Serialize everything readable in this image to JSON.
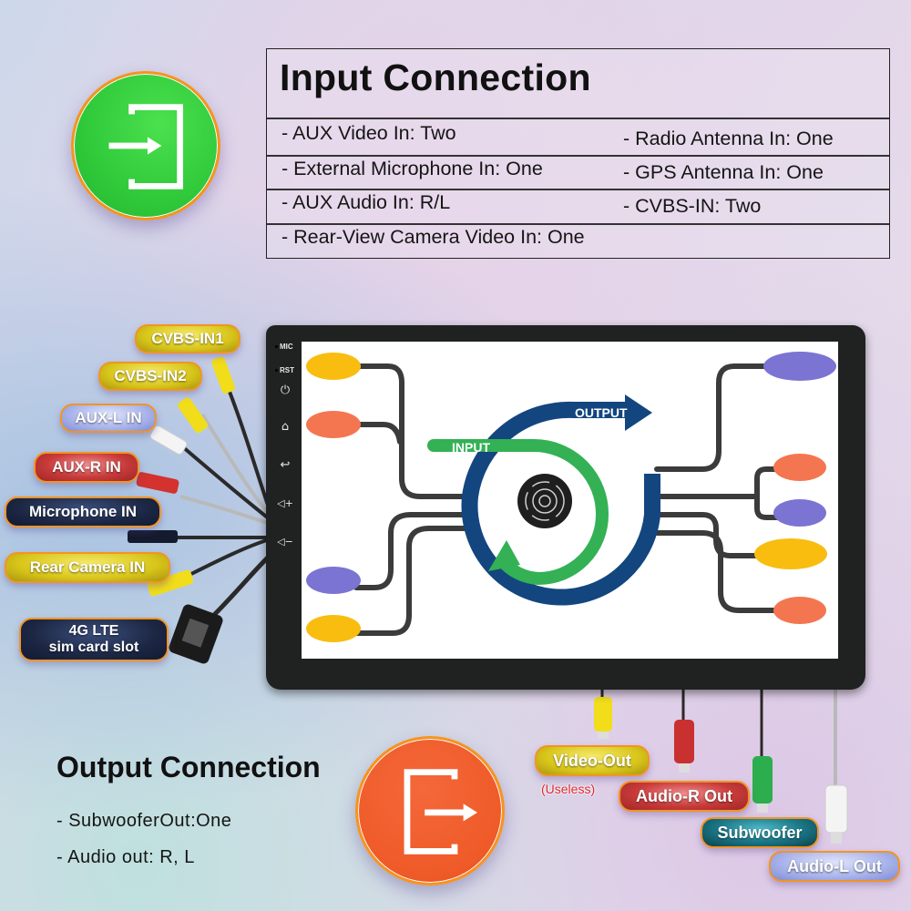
{
  "input_connection": {
    "title": "Input Connection",
    "left_items": [
      "- AUX Video In: Two",
      "- External Microphone In: One",
      "- AUX Audio In: R/L",
      "- Rear-View Camera Video In: One"
    ],
    "right_items": [
      "- Radio Antenna In: One",
      "- GPS Antenna In: One",
      "- CVBS-IN: Two"
    ],
    "icon": "sign-in-icon",
    "icon_color": "#2fc93a"
  },
  "output_connection": {
    "title": "Output Connection",
    "items": [
      "- SubwooferOut:One",
      "- Audio out: R, L"
    ],
    "icon": "sign-out-icon",
    "icon_color": "#ef5a28"
  },
  "device": {
    "side_labels": [
      "MIC",
      "RST"
    ],
    "side_buttons": [
      "power-icon",
      "home-icon",
      "back-icon",
      "volume-up-icon",
      "volume-down-icon"
    ],
    "screen": {
      "output_label": "OUTPUT",
      "input_label": "INPUT",
      "center_icon": "gear-cycle-icon",
      "colors": {
        "output_arrow": "#13467f",
        "input_arrow": "#33b154",
        "yellow": "#f9bd10",
        "orange": "#f47650",
        "purple": "#7b74d2"
      }
    }
  },
  "input_cables": [
    {
      "label": "CVBS-IN1",
      "color": "yellow"
    },
    {
      "label": "CVBS-IN2",
      "color": "yellow"
    },
    {
      "label": "AUX-L IN",
      "color": "lilac"
    },
    {
      "label": "AUX-R IN",
      "color": "red"
    },
    {
      "label": "Microphone IN",
      "color": "navy"
    },
    {
      "label": "Rear Camera IN",
      "color": "yellow"
    },
    {
      "label_line1": "4G LTE",
      "label_line2": "sim card slot",
      "color": "navy"
    }
  ],
  "output_cables": [
    {
      "label": "Video-Out",
      "note": "(Useless)",
      "color": "yellow"
    },
    {
      "label": "Audio-R Out",
      "color": "red"
    },
    {
      "label": "Subwoofer",
      "color": "teal"
    },
    {
      "label": "Audio-L Out",
      "color": "lilac"
    }
  ]
}
